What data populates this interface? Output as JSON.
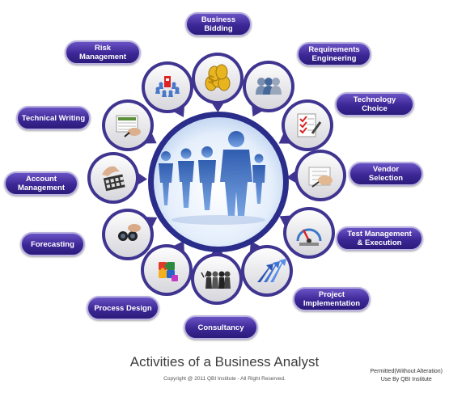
{
  "title": "Activities of a Business Analyst",
  "copyright": "Copyright @ 2011 QBI Institute - All Right Reserved.",
  "permission": "Permitted(Without Alteration)\nUse By QBI Institute",
  "colors": {
    "pill": "#3c2796",
    "pill_border": "#b8b1e0",
    "ring": "#3f3591",
    "center_ring": "#2a2d8a"
  },
  "center_icon": "business-people-silhouettes",
  "activities": [
    {
      "label": "Business\nBidding",
      "icon": "gold-coins-icon"
    },
    {
      "label": "Requirements\nEngineering",
      "icon": "user-group-icon"
    },
    {
      "label": "Technology\nChoice",
      "icon": "checklist-icon"
    },
    {
      "label": "Vendor\nSelection",
      "icon": "signing-document-icon"
    },
    {
      "label": "Test Management\n& Execution",
      "icon": "test-gauge-icon"
    },
    {
      "label": "Project\nImplementation",
      "icon": "rising-arrows-icon"
    },
    {
      "label": "Consultancy",
      "icon": "consulting-people-icon"
    },
    {
      "label": "Process Design",
      "icon": "puzzle-pieces-icon"
    },
    {
      "label": "Forecasting",
      "icon": "binoculars-icon"
    },
    {
      "label": "Account\nManagement",
      "icon": "calculator-icon"
    },
    {
      "label": "Technical Writing",
      "icon": "writing-document-icon"
    },
    {
      "label": "Risk\nManagement",
      "icon": "risk-chess-icon"
    }
  ]
}
